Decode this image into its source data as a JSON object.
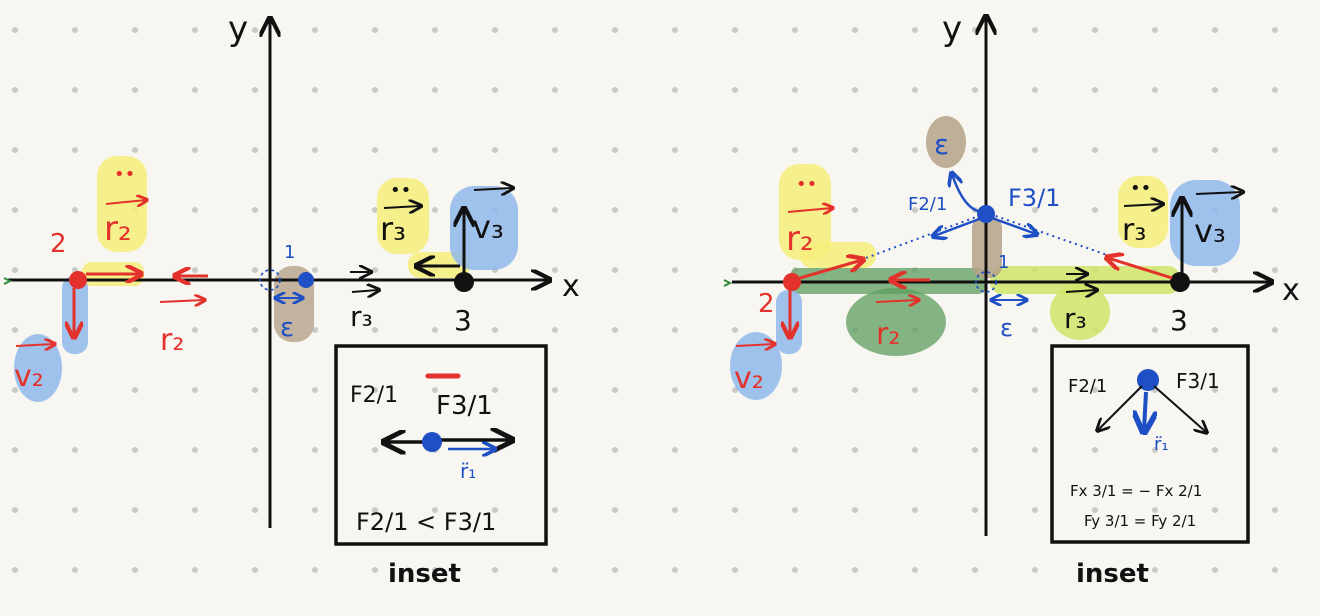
{
  "colors": {
    "paper": "#f7f6f1",
    "dot": "#c9c9c5",
    "ink": "#111111",
    "red": "#e3322b",
    "blue": "#1e4fc4",
    "yellow_hl": "#f6ef7a",
    "blue_hl": "#8fb8ec",
    "tan_hl": "#b5a188",
    "green_hl": "#5f9e5f",
    "lime_hl": "#cfe56a",
    "green_tick": "#2e8b3a"
  },
  "left_panel": {
    "axis_y": "y",
    "axis_x": "x",
    "particle_2": "2",
    "particle_1": "1",
    "particle_3": "3",
    "r2_top": "r₂",
    "r2_bottom": "r₂",
    "r3_top": "r₃",
    "r3_bottom": "r₃",
    "v2": "v₂",
    "v3": "v₃",
    "epsilon": "ε",
    "inset": {
      "f21": "F2/1",
      "f31": "F3/1",
      "r1_accel": "r̈₁",
      "relation": "F2/1 < F3/1",
      "caption": "inset"
    }
  },
  "right_panel": {
    "axis_y": "y",
    "axis_x": "x",
    "particle_2": "2",
    "particle_1": "1",
    "particle_3": "3",
    "r2_top": "r₂",
    "r2_bottom": "r₂",
    "r3_top": "r₃",
    "r3_bottom": "r₃",
    "v2": "v₂",
    "v3": "v₃",
    "epsilon_top": "ε",
    "epsilon_bottom": "ε",
    "f21": "F2/1",
    "f31": "F3/1",
    "inset": {
      "f21": "F2/1",
      "f31": "F3/1",
      "r1_accel": "r̈₁",
      "eq_x": "Fx 3/1 = − Fx 2/1",
      "eq_y": "Fy 3/1 = Fy 2/1",
      "caption": "inset"
    }
  }
}
